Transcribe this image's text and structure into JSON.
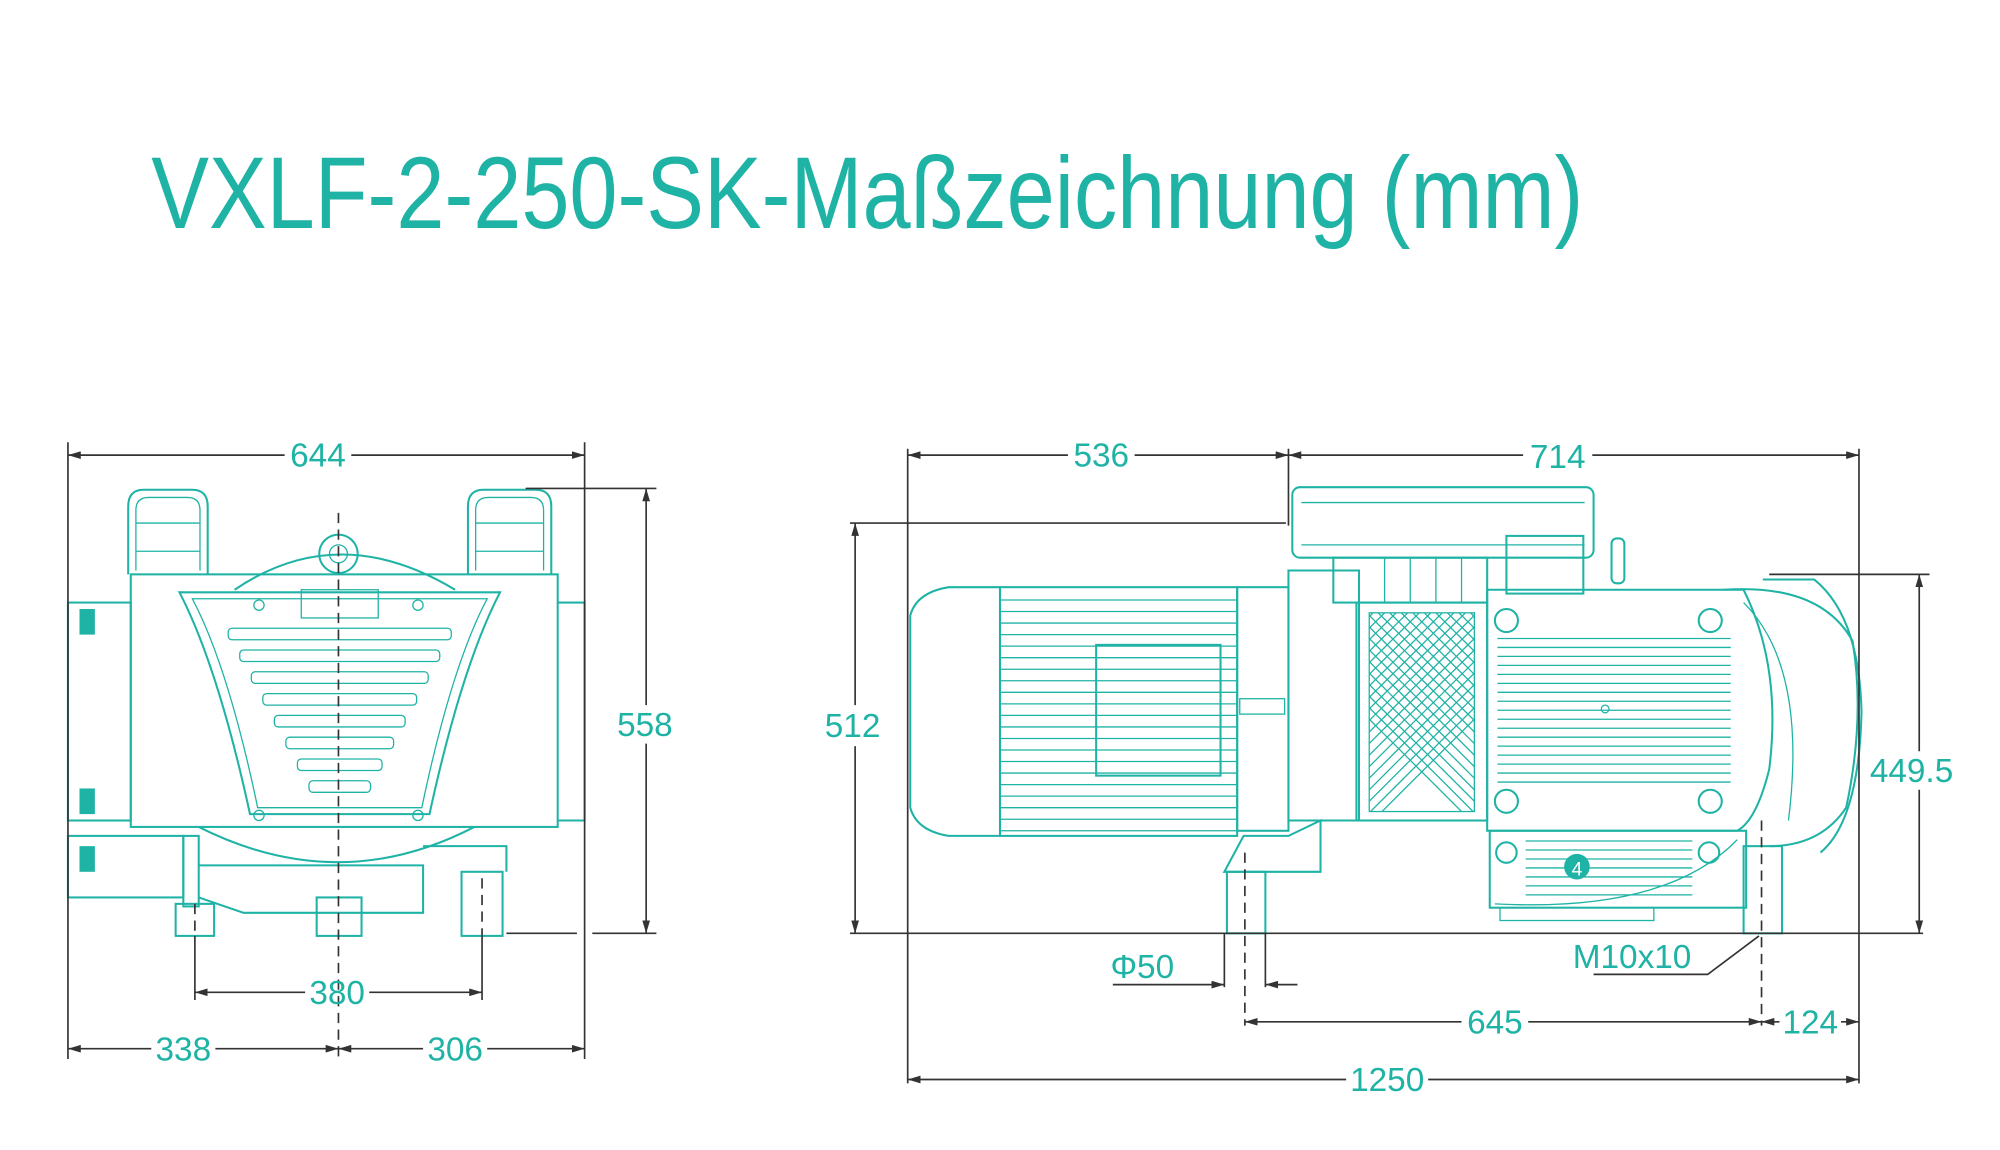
{
  "title": "VXLF-2-250-SK-Maßzeichnung (mm)",
  "colors": {
    "accent": "#1fb3a5",
    "dimension_line": "#333333"
  },
  "front_view": {
    "width_total": "644",
    "height_total": "558",
    "foot_spacing": "380",
    "left_to_center": "338",
    "center_to_right": "306"
  },
  "side_view": {
    "motor_length": "536",
    "blower_length": "714",
    "height_total": "512",
    "blower_height": "449.5",
    "outlet_diameter": "Φ50",
    "thread": "M10x10",
    "foot_spacing": "645",
    "foot_to_end": "124",
    "length_total": "1250"
  }
}
